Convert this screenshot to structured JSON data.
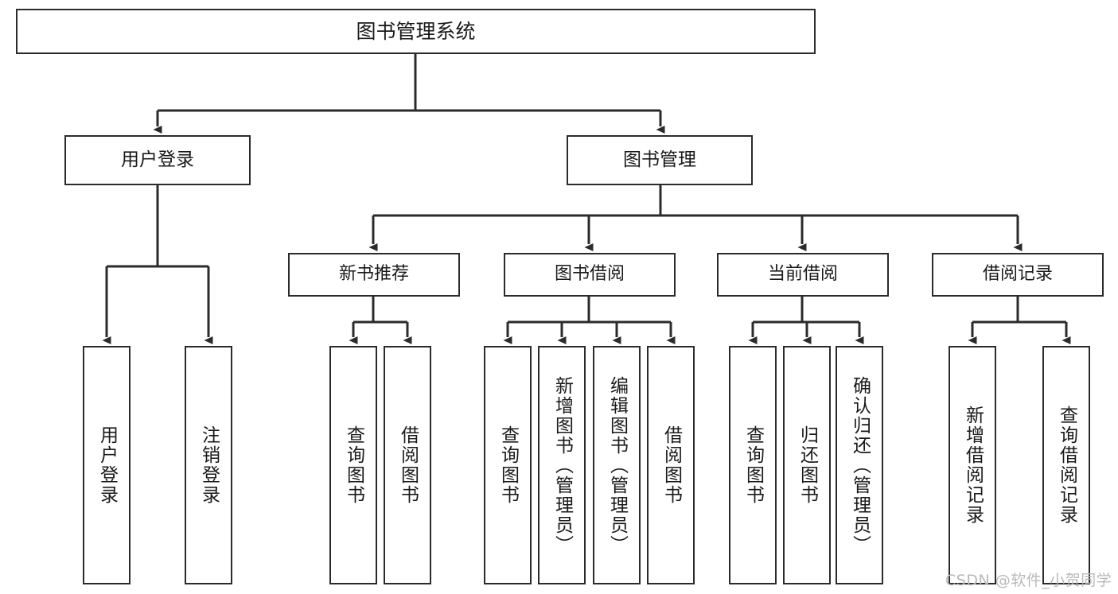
{
  "diagram": {
    "type": "tree-hierarchy-chart",
    "title": "图书管理系统",
    "stroke_color": "#2b2b2b",
    "fill_color": "#ffffff",
    "text_color": "#1a1a1a",
    "root": {
      "label": "图书管理系统"
    },
    "level1": [
      {
        "id": "user-login",
        "label": "用户登录"
      },
      {
        "id": "book-management",
        "label": "图书管理"
      }
    ],
    "level2": [
      {
        "id": "new-book-recommend",
        "label": "新书推荐",
        "parent": "book-management"
      },
      {
        "id": "book-borrow",
        "label": "图书借阅",
        "parent": "book-management"
      },
      {
        "id": "current-borrow",
        "label": "当前借阅",
        "parent": "book-management"
      },
      {
        "id": "borrow-record",
        "label": "借阅记录",
        "parent": "book-management"
      }
    ],
    "leaves": [
      {
        "id": "leaf-user-login",
        "label": "用户登录",
        "parent": "user-login"
      },
      {
        "id": "leaf-logout-login",
        "label": "注销登录",
        "parent": "user-login"
      },
      {
        "id": "leaf-query-book-1",
        "label": "查询图书",
        "parent": "new-book-recommend"
      },
      {
        "id": "leaf-borrow-book-1",
        "label": "借阅图书",
        "parent": "new-book-recommend"
      },
      {
        "id": "leaf-query-book-2",
        "label": "查询图书",
        "parent": "book-borrow"
      },
      {
        "id": "leaf-add-book",
        "label": "新增图书（管理员）",
        "parent": "book-borrow"
      },
      {
        "id": "leaf-edit-book",
        "label": "编辑图书（管理员）",
        "parent": "book-borrow"
      },
      {
        "id": "leaf-borrow-book-2",
        "label": "借阅图书",
        "parent": "book-borrow"
      },
      {
        "id": "leaf-query-book-3",
        "label": "查询图书",
        "parent": "current-borrow"
      },
      {
        "id": "leaf-return-book",
        "label": "归还图书",
        "parent": "current-borrow"
      },
      {
        "id": "leaf-confirm-return",
        "label": "确认归还（管理员）",
        "parent": "current-borrow"
      },
      {
        "id": "leaf-add-record",
        "label": "新增借阅记录",
        "parent": "borrow-record"
      },
      {
        "id": "leaf-query-record",
        "label": "查询借阅记录",
        "parent": "borrow-record"
      }
    ],
    "watermark": "CSDN @软件_小贺同学"
  }
}
